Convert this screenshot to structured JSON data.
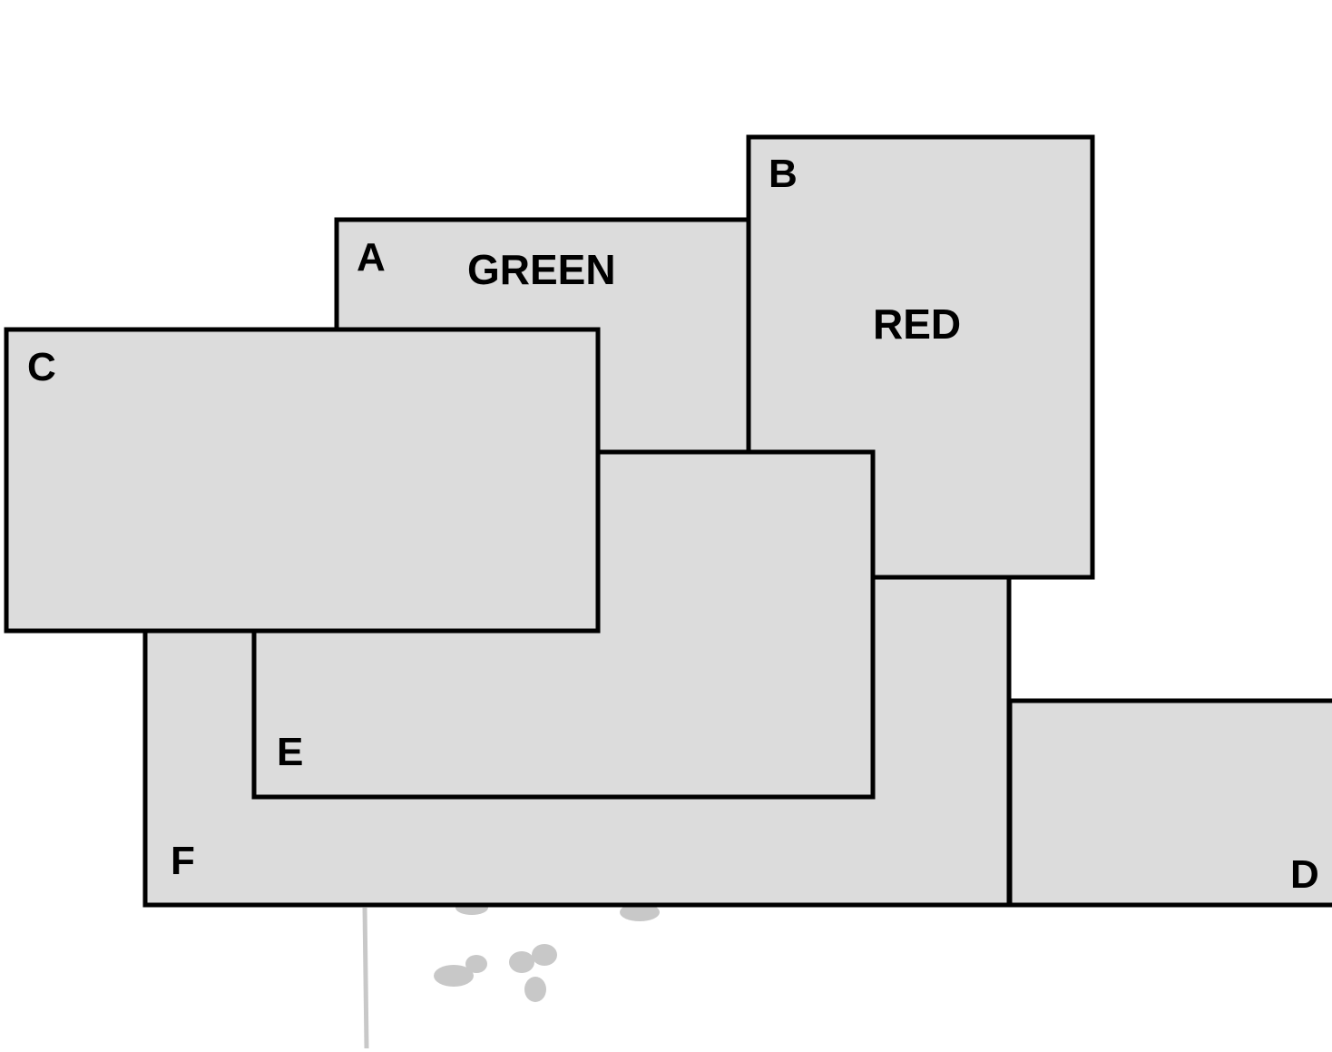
{
  "diagram": {
    "colors": {
      "rect_fill": "#dcdcdc",
      "rect_stroke": "#000000",
      "watermark": "#c8c8c8",
      "background": "#ffffff"
    },
    "watermark": {
      "icon": "sunburst-watermark-icon"
    },
    "rectangles": {
      "A": {
        "label": "A",
        "word": "GREEN"
      },
      "B": {
        "label": "B",
        "word": "RED"
      },
      "C": {
        "label": "C"
      },
      "D": {
        "label": "D"
      },
      "E": {
        "label": "E"
      },
      "F": {
        "label": "F"
      }
    }
  }
}
